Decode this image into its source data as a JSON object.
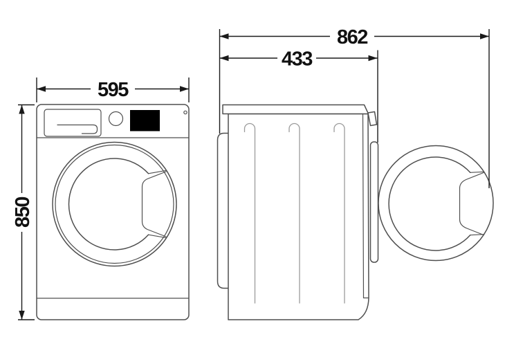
{
  "diagram": {
    "subject": "front-load-washing-machine-dimension-drawing",
    "dimensions": {
      "width": {
        "value": "595"
      },
      "height": {
        "value": "850"
      },
      "depth_door_open": {
        "value": "862"
      },
      "depth_body": {
        "value": "433"
      }
    },
    "colors": {
      "background": "#ffffff",
      "outline": "#4f4f4f",
      "panel_line": "#9b9b9b",
      "dimension": "#1a1a1a",
      "display_fill": "#000000"
    }
  }
}
